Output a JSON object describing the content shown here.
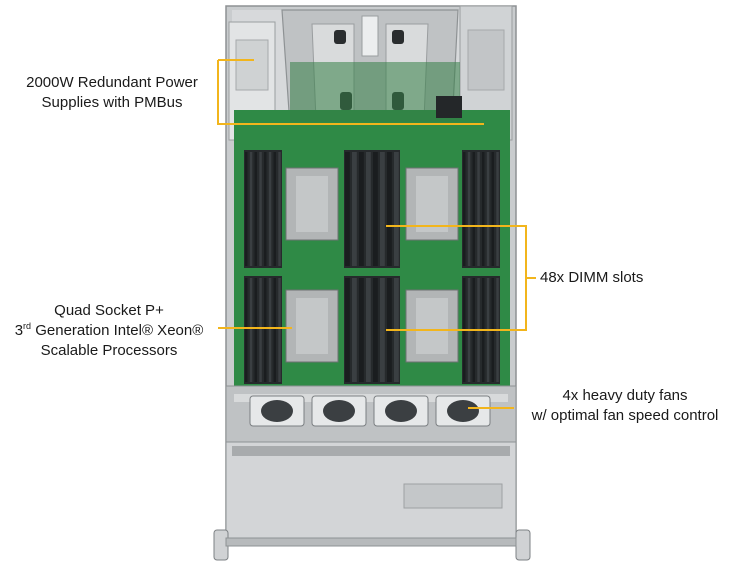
{
  "callouts": {
    "power": {
      "line1": "2000W Redundant Power",
      "line2": "Supplies with PMBus"
    },
    "dimm": {
      "text": "48x DIMM slots"
    },
    "cpu": {
      "line1": "Quad Socket P+",
      "line2_ord": "3",
      "line2_sup": "rd",
      "line2_rest": " Generation Intel® Xeon®",
      "line3": "Scalable Processors"
    },
    "fans": {
      "line1": "4x heavy duty fans",
      "line2": "w/ optimal fan speed control"
    }
  },
  "colors": {
    "callout_line": "#f2b51c",
    "pcb": "#2f8a46",
    "chassis": "#c9ccce",
    "dimm": "#262a2c",
    "heatsink": "#b2b5b6"
  }
}
